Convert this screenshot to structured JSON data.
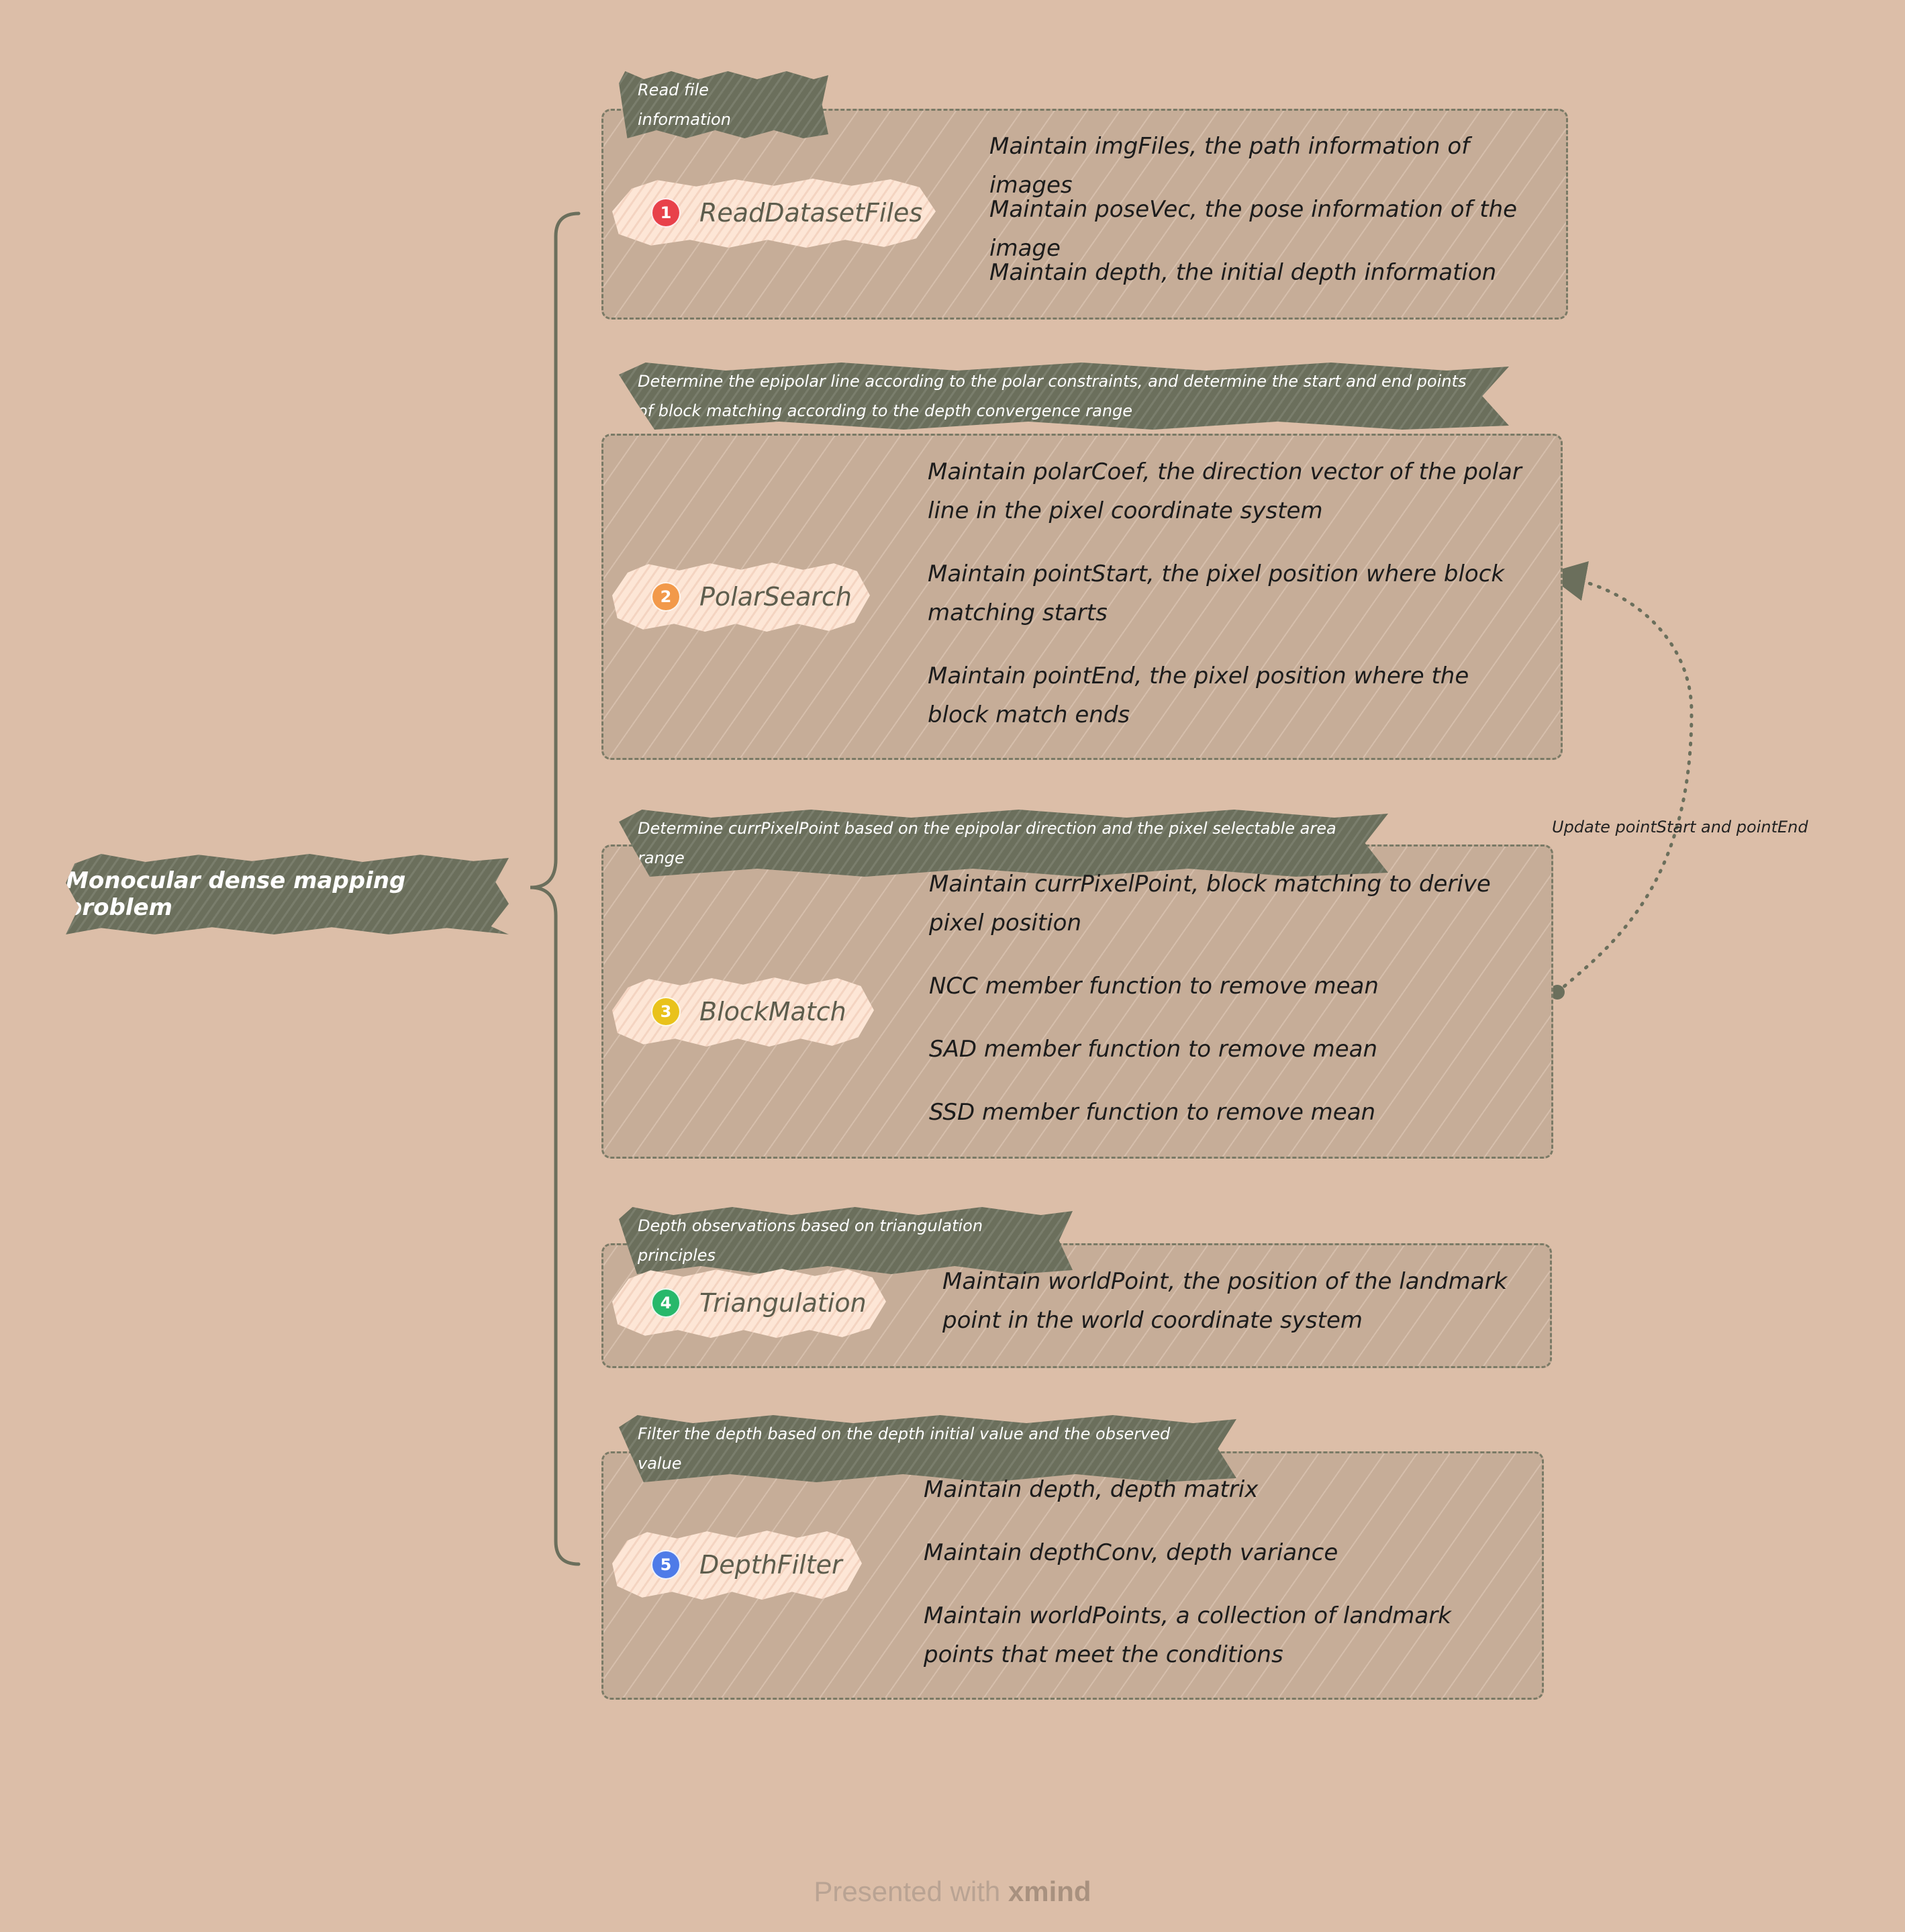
{
  "root": {
    "label": "Monocular dense mapping problem"
  },
  "branches": [
    {
      "num": "1",
      "badge_color": "#e8414a",
      "topic": "ReadDatasetFiles",
      "note": "Read file information",
      "items": [
        "Maintain imgFiles, the path information of images",
        "Maintain poseVec, the pose information of the image",
        "Maintain depth, the initial depth information"
      ]
    },
    {
      "num": "2",
      "badge_color": "#f2994a",
      "topic": "PolarSearch",
      "note": "Determine the epipolar line according to the polar constraints, and determine the start and end points of block matching according to the depth convergence range",
      "items": [
        "Maintain polarCoef, the direction vector of the polar line in the pixel coordinate system",
        "Maintain pointStart, the pixel position where block matching starts",
        "Maintain pointEnd, the pixel position where the block match ends"
      ]
    },
    {
      "num": "3",
      "badge_color": "#e9c21b",
      "topic": "BlockMatch",
      "note": "Determine currPixelPoint based on the epipolar direction and the pixel selectable area range",
      "items": [
        "Maintain currPixelPoint, block matching to derive pixel position",
        "NCC member function to remove mean",
        "SAD member function to remove mean",
        "SSD member function to remove mean"
      ]
    },
    {
      "num": "4",
      "badge_color": "#27b86b",
      "topic": "Triangulation",
      "note": "Depth observations based on triangulation principles",
      "items": [
        "Maintain worldPoint, the position of the landmark point in the world coordinate system"
      ]
    },
    {
      "num": "5",
      "badge_color": "#4e7be8",
      "topic": "DepthFilter",
      "note": "Filter the depth based on the depth initial value and the observed value",
      "items": [
        "Maintain depth, depth matrix",
        "Maintain depthConv, depth variance",
        "Maintain worldPoints, a collection of landmark points that meet the conditions"
      ]
    }
  ],
  "relationship": {
    "label": "Update pointStart and pointEnd"
  },
  "footer": {
    "prefix": "Presented with",
    "brand": "xmind"
  },
  "colors": {
    "background": "#dcbea8",
    "dark": "#6b6f5c",
    "box": "#c6ad98",
    "topic": "#fde6d6"
  }
}
